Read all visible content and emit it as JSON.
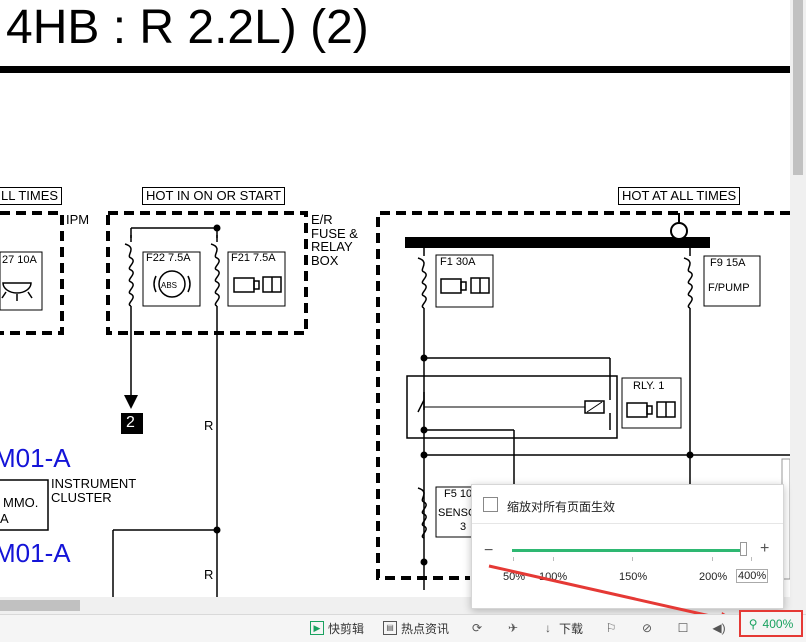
{
  "document": {
    "title": "4HB : R 2.2L) (2)"
  },
  "diagram": {
    "labels": {
      "all_times_left": "LL TIMES",
      "ipm": "IPM",
      "hot_in_on": "HOT IN ON OR START",
      "er_fuse_1": "E/R",
      "er_fuse_2": "FUSE &",
      "er_fuse_3": "RELAY",
      "er_fuse_4": "BOX",
      "hot_all_times": "HOT AT ALL TIMES",
      "f27": "27 10A",
      "f22": "F22 7.5A",
      "f21": "F21 7.5A",
      "f1": "F1 30A",
      "f9": "F9 15A",
      "fpump": "F/PUMP",
      "rly1": "RLY. 1",
      "f5": "F5 10",
      "senso": "SENSO",
      "senso_num": "3",
      "abs": "ABS",
      "connector_num": "2",
      "wire_r1": "R",
      "wire_r2": "R",
      "m01a_1": "M01-A",
      "m01a_2": "M01-A",
      "instrument_1": "INSTRUMENT",
      "instrument_2": "CLUSTER",
      "immo_1": "MMO.",
      "immo_2": "A"
    }
  },
  "zoom_popup": {
    "apply_all_label": "缩放对所有页面生效",
    "minus": "−",
    "plus": "+",
    "ticks": [
      "50%",
      "100%",
      "150%",
      "200%",
      "400%"
    ],
    "selected": "400%"
  },
  "statusbar": {
    "items": [
      {
        "label": "快剪辑",
        "icon": "video-clip-icon"
      },
      {
        "label": "热点资讯",
        "icon": "news-icon"
      },
      {
        "label": "",
        "icon": "refresh-icon"
      },
      {
        "label": "",
        "icon": "pin-icon"
      },
      {
        "label": "下载",
        "icon": "download-icon"
      },
      {
        "label": "",
        "icon": "flag-icon"
      },
      {
        "label": "",
        "icon": "leaf-icon"
      },
      {
        "label": "",
        "icon": "window-icon"
      },
      {
        "label": "",
        "icon": "speaker-icon"
      }
    ],
    "zoom_label": "400%"
  },
  "colors": {
    "accent_green": "#2eb872",
    "highlight_red": "#e53935",
    "link_blue": "#1414d8"
  }
}
